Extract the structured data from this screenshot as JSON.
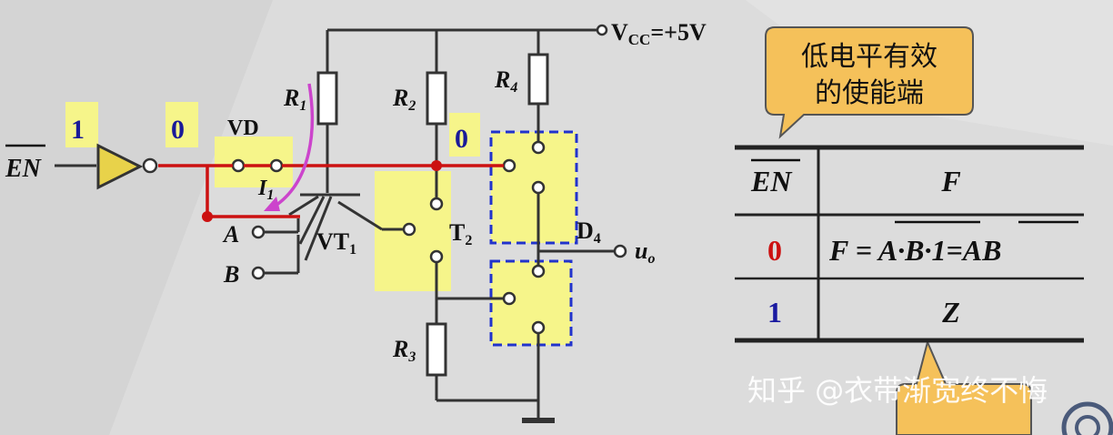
{
  "circuit": {
    "vcc_label": "V",
    "vcc_sub": "CC",
    "vcc_value": "=+5V",
    "en_label": "EN",
    "en_input_value": "1",
    "inverter_output_value": "0",
    "vd_label": "VD",
    "i1_label": "I",
    "i1_sub": "1",
    "r1_label": "R",
    "r1_sub": "1",
    "r2_label": "R",
    "r2_sub": "2",
    "r3_label": "R",
    "r3_sub": "3",
    "r4_label": "R",
    "r4_sub": "4",
    "node_value": "0",
    "vt1_label": "VT",
    "vt1_sub": "1",
    "t2_label": "T",
    "t2_sub": "2",
    "d4_label": "D",
    "d4_sub": "4",
    "input_a": "A",
    "input_b": "B",
    "output_label": "u",
    "output_sub": "o"
  },
  "callout_top": {
    "line1": "低电平有效",
    "line2": "的使能端"
  },
  "truth_table": {
    "header_en": "EN",
    "header_f": "F",
    "rows": [
      {
        "en": "0",
        "f_prefix": "F =",
        "f_term1": "A·B·1",
        "f_eq": "=",
        "f_term2": "AB"
      },
      {
        "en": "1",
        "f": "Z"
      }
    ]
  },
  "watermark": "知乎 @衣带渐宽终不悔",
  "colors": {
    "background": "#dcdcdc",
    "wire": "#333333",
    "red_wire": "#cc1111",
    "highlight": "#f6f58a",
    "dashed_box": "#2233cc",
    "inverter_fill": "#e8d24a",
    "en0_color": "#cc1111",
    "en1_color": "#1a1aa0",
    "label_value_color": "#1a1a99",
    "callout_fill": "#f5c15a",
    "arrow": "#cc44cc"
  }
}
